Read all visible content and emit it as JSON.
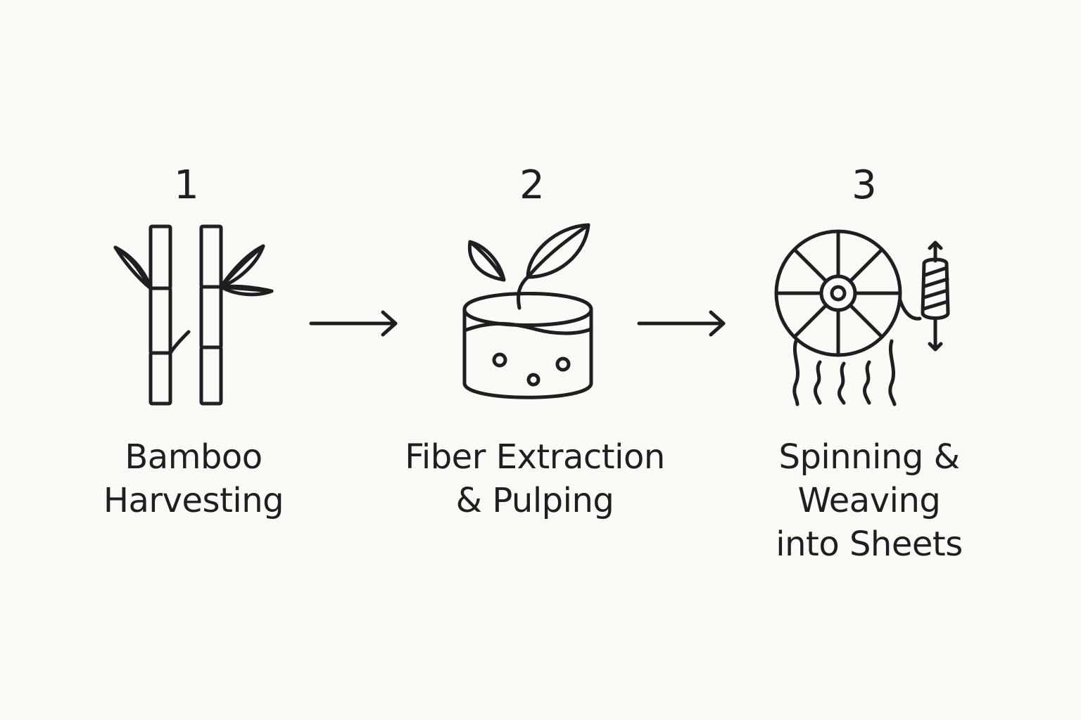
{
  "colors": {
    "background": "#FBFAF6",
    "stroke": "#1F1F1F"
  },
  "steps": [
    {
      "number": "1",
      "label_lines": [
        "Bamboo",
        "Harvesting"
      ],
      "icon": "bamboo-icon"
    },
    {
      "number": "2",
      "label_lines": [
        "Fiber Extraction",
        "& Pulping"
      ],
      "icon": "pulp-vat-icon"
    },
    {
      "number": "3",
      "label_lines": [
        "Spinning &",
        "Weaving",
        "into Sheets"
      ],
      "icon": "spinning-wheel-icon"
    }
  ],
  "arrows": [
    {
      "from": "1",
      "to": "2",
      "icon": "arrow-right-icon"
    },
    {
      "from": "2",
      "to": "3",
      "icon": "arrow-right-icon"
    }
  ]
}
